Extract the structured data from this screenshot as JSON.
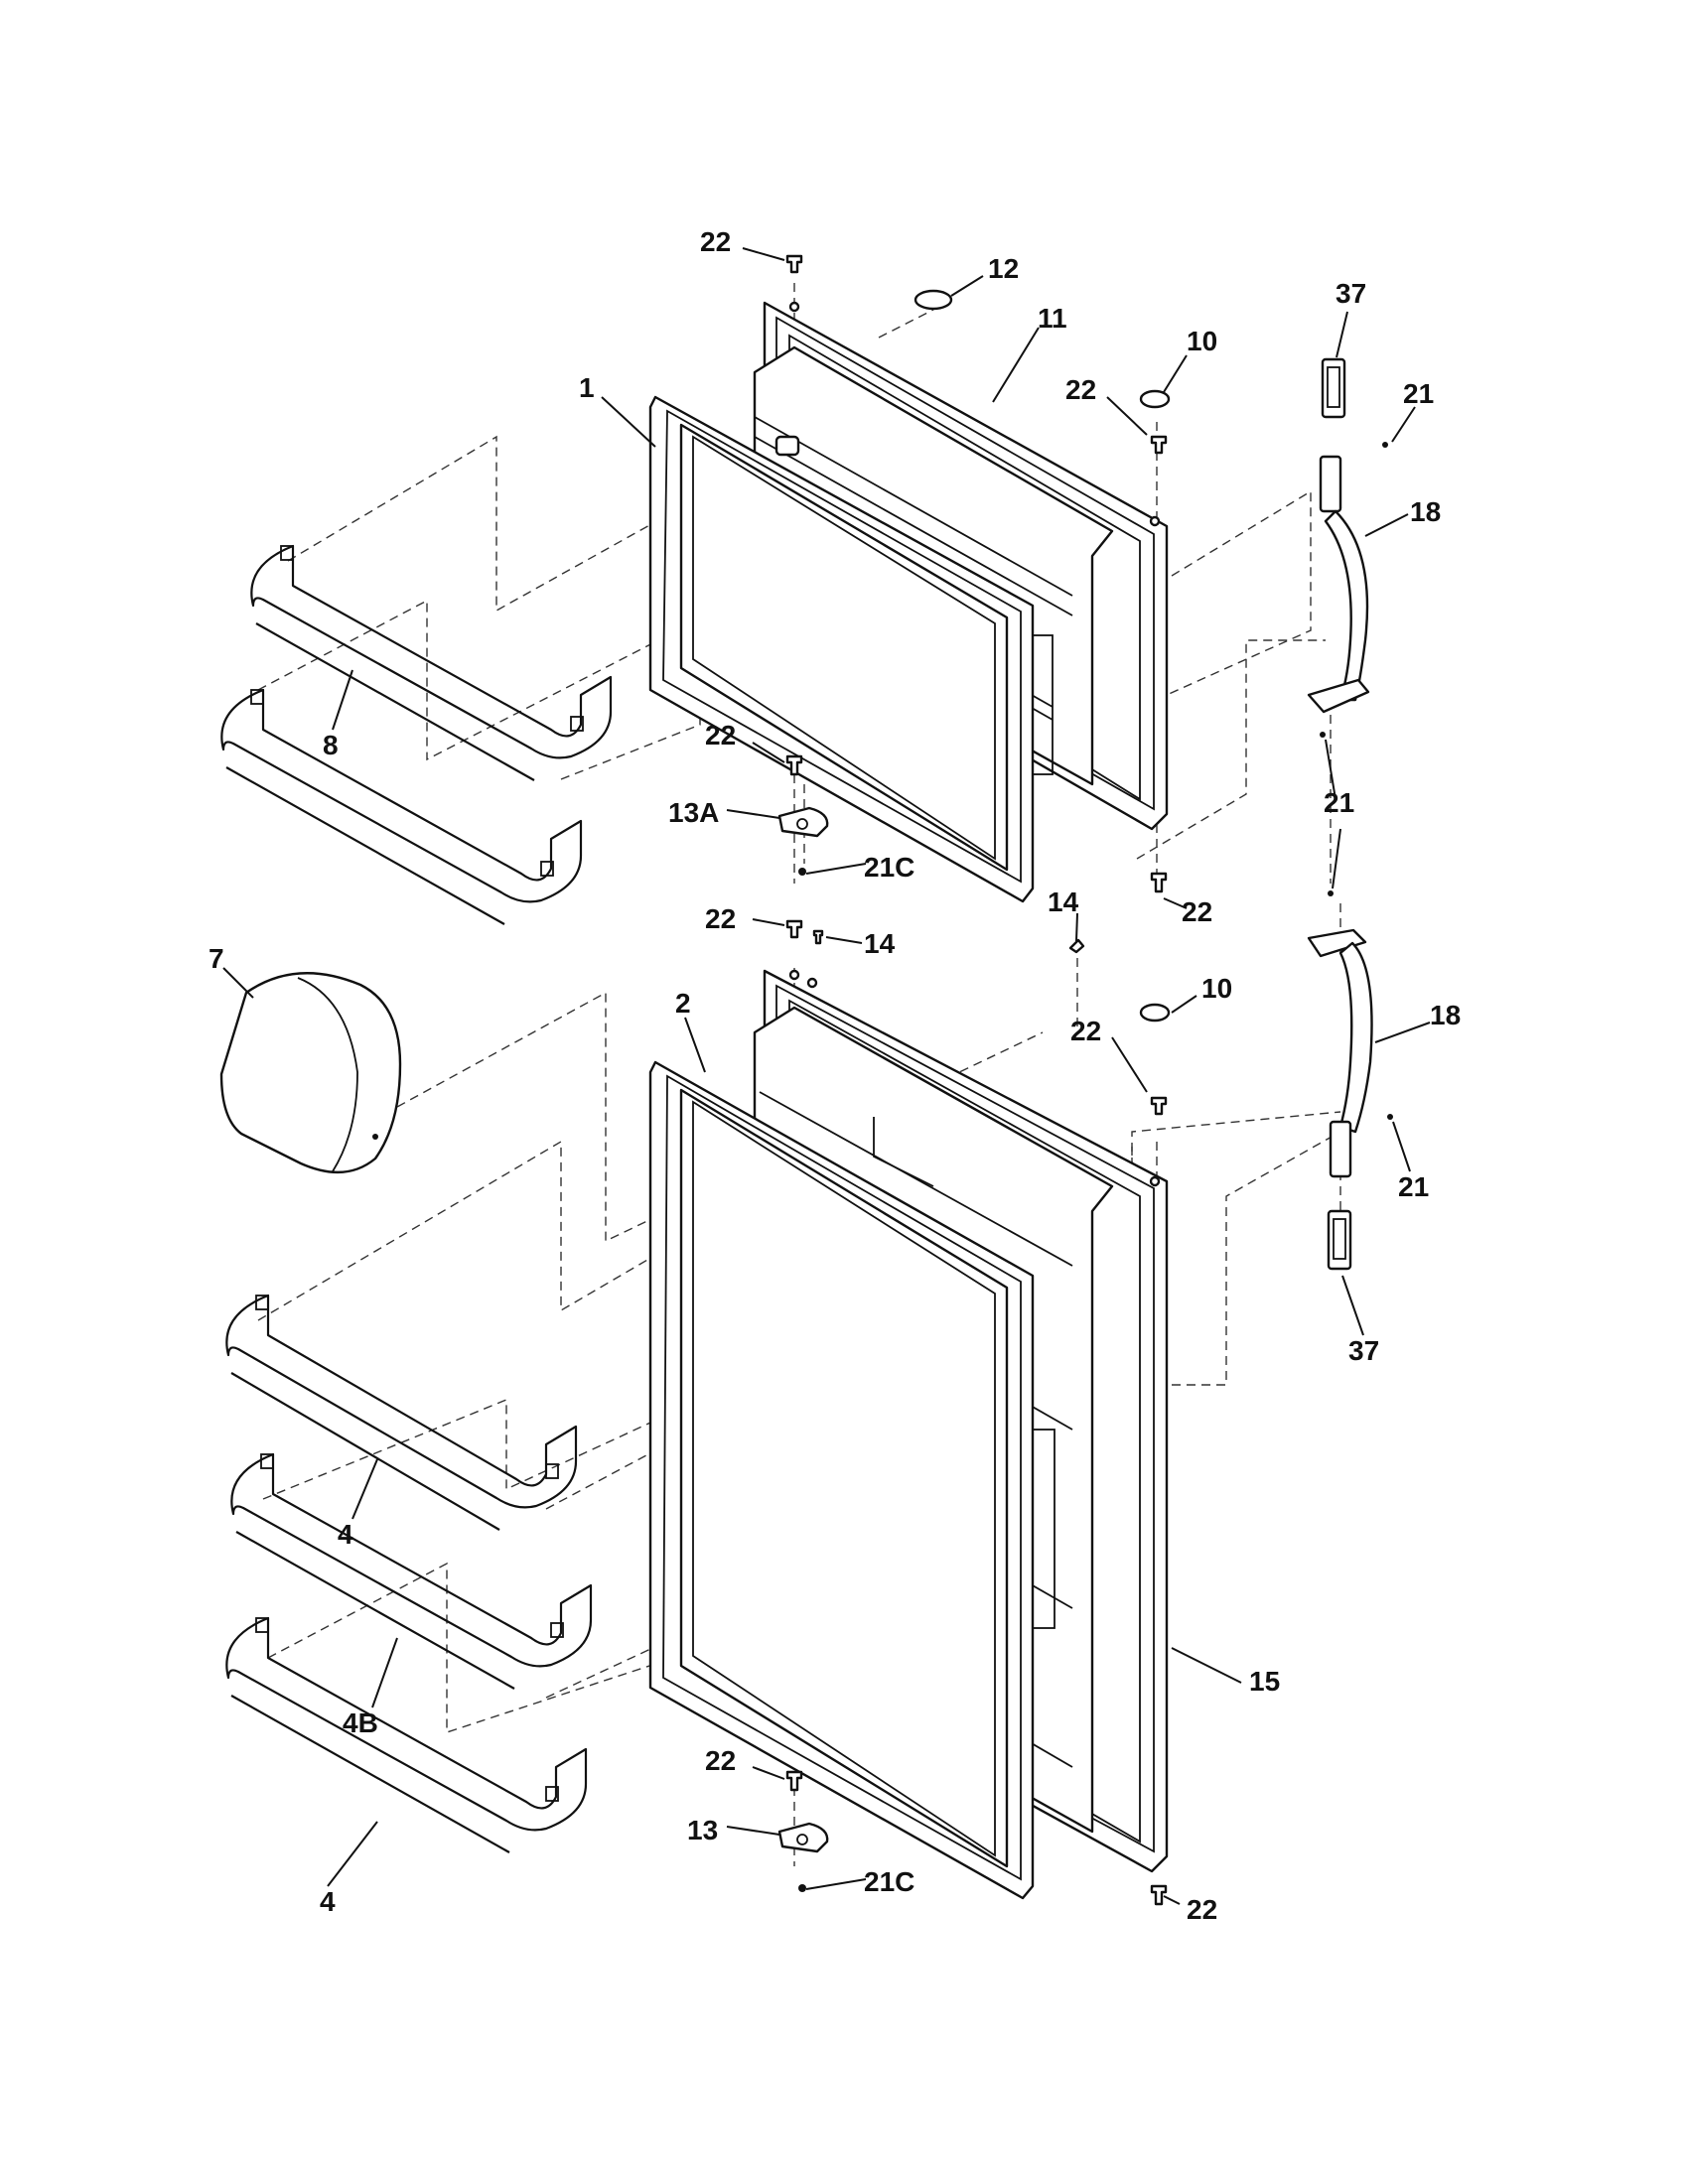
{
  "callouts": {
    "c1": "1",
    "c2": "2",
    "c4a": "4",
    "c4b": "4",
    "c4B": "4B",
    "c7": "7",
    "c8": "8",
    "c10a": "10",
    "c10b": "10",
    "c11": "11",
    "c12": "12",
    "c13": "13",
    "c13A": "13A",
    "c14a": "14",
    "c14b": "14",
    "c15": "15",
    "c18a": "18",
    "c18b": "18",
    "c21a": "21",
    "c21b": "21",
    "c21c": "21",
    "c21Ca": "21C",
    "c21Cb": "21C",
    "c22a": "22",
    "c22b": "22",
    "c22c": "22",
    "c22d": "22",
    "c22e": "22",
    "c22f": "22",
    "c22g": "22",
    "c22h": "22",
    "c37a": "37",
    "c37b": "37"
  },
  "icons": {
    "freezer_door": "freezer-door-icon",
    "fresh_food_door": "fresh-food-door-icon",
    "gasket": "door-gasket-icon",
    "shelf_bar": "shelf-bar-icon",
    "dairy_bin": "dairy-bin-icon",
    "handle": "door-handle-icon",
    "screw": "screw-icon",
    "plug": "plug-icon",
    "hinge": "hinge-icon"
  }
}
